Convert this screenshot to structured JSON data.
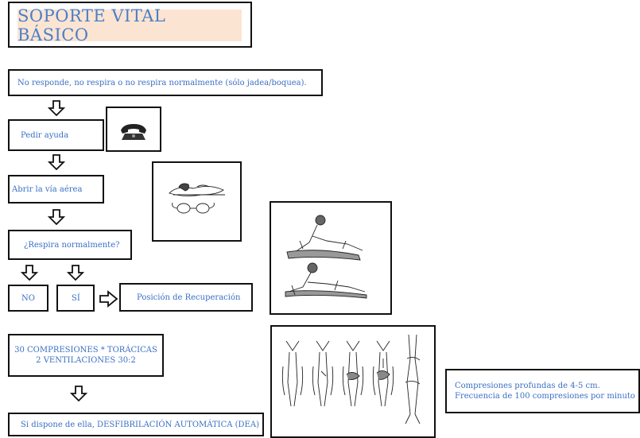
{
  "title": "SOPORTE VITAL BÁSICO",
  "steps": {
    "no_responde": "No responde, no respira o no respira normalmente (sólo jadea/boquea).",
    "pedir_ayuda": "Pedir ayuda",
    "abrir_via": "Abrir la vía aérea",
    "respira": "¿Respira normalmente?",
    "no": "NO",
    "si": "SÍ",
    "posicion": "Posición de Recuperación",
    "compresiones_1": "30 COMPRESIONES * TORÁCICAS",
    "compresiones_2": "2 VENTILACIONES 30:2",
    "dea": "Si dispone de ella, DESFIBRILACIÓN AUTOMÁTICA (DEA)"
  },
  "note": {
    "line1": "Compresiones profundas de 4-5 cm.",
    "line2": "Frecuencia de 100 compresiones por minuto"
  },
  "colors": {
    "text": "#3a6fc4",
    "title_bg": "#fce4d2",
    "border": "#111111"
  },
  "icons": [
    "telephone-icon",
    "airway-illustration",
    "recovery-position-illustration",
    "chest-compression-illustration",
    "down-arrow-icon",
    "right-arrow-icon"
  ]
}
